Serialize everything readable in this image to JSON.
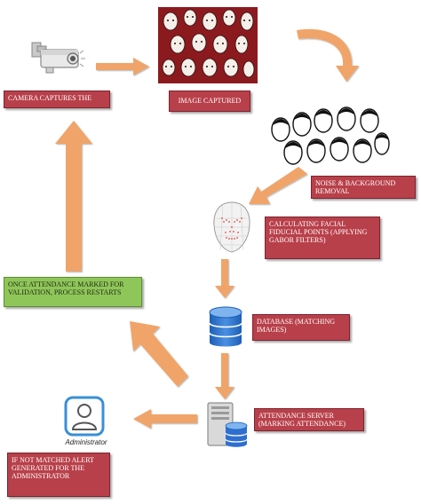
{
  "colors": {
    "label_red": "#b8404a",
    "label_green": "#8fc65a",
    "arrow_orange": "#f0a469",
    "crowd_red": "#8b1a1f"
  },
  "steps": {
    "camera": "CAMERA CAPTURES THE",
    "image_captured": "IMAGE CAPTURED",
    "noise": "NOISE & BACKGROUND REMOVAL",
    "fiducial": "CALCULATING FACIAL FIDUCIAL POINTS (APPLYING GABOR FILTERS)",
    "database": "DATABASE (MATCHING IMAGES)",
    "attendance_server": "ATTENDANCE SERVER (MARKING ATTENDANCE)",
    "once_marked": "ONCE ATTENDANCE MARKED FOR VALIDATION, PROCESS RESTARTS",
    "not_matched": "IF NOT MATCHED ALERT GENERATED FOR THE ADMINISTRATOR"
  },
  "admin_caption": "Administrator",
  "icons": {
    "camera": "security-camera-icon",
    "crowd_color": "crowd-photo-icon",
    "crowd_bw": "crowd-sketch-icon",
    "face_mesh": "face-mesh-icon",
    "database": "database-icon",
    "server": "server-icon",
    "admin": "administrator-icon"
  }
}
